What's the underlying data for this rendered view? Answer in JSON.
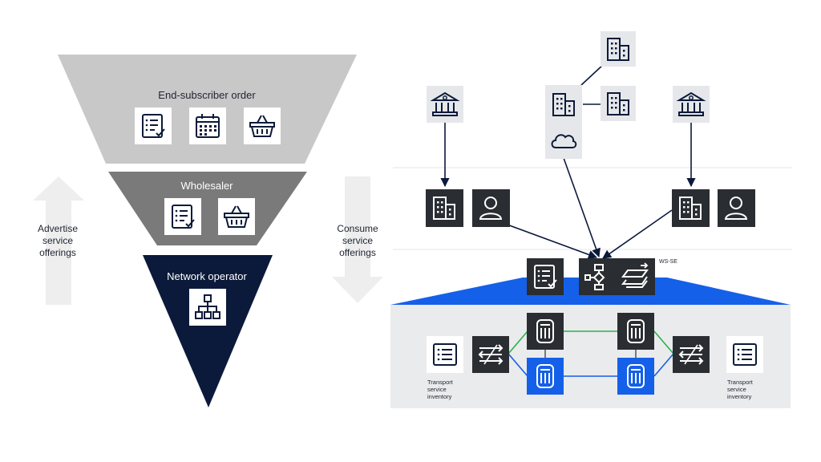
{
  "funnel": {
    "end_subscriber_label": "End-subscriber order",
    "wholesaler_label": "Wholesaler",
    "network_operator_label": "Network operator"
  },
  "left_arrow": {
    "line1": "Advertise",
    "line2": "service",
    "line3": "offerings"
  },
  "right_arrow": {
    "line1": "Consume",
    "line2": "service",
    "line3": "offerings"
  },
  "network": {
    "ws_se_label": "WS-SE",
    "inventory_left": {
      "line1": "Transport",
      "line2": "service",
      "line3": "inventory"
    },
    "inventory_right": {
      "line1": "Transport",
      "line2": "service",
      "line3": "inventory"
    }
  },
  "colors": {
    "funnel_top": "#c8c8c8",
    "funnel_middle": "#7a7a7a",
    "funnel_bottom": "#0b1a3a",
    "dark_box": "#2a2d31",
    "accent_blue": "#1560e8",
    "link_green": "#2bb24c",
    "link_blue": "#1560e8",
    "light_panel": "#eaebed",
    "arrow_gray": "#eeeeee"
  },
  "icons": [
    "checklist-icon",
    "calendar-icon",
    "basket-icon",
    "hierarchy-icon",
    "bank-icon",
    "building-icon",
    "cloud-icon",
    "user-icon",
    "workflow-icon",
    "layers-icon",
    "switch-icon",
    "router-icon",
    "list-icon"
  ]
}
